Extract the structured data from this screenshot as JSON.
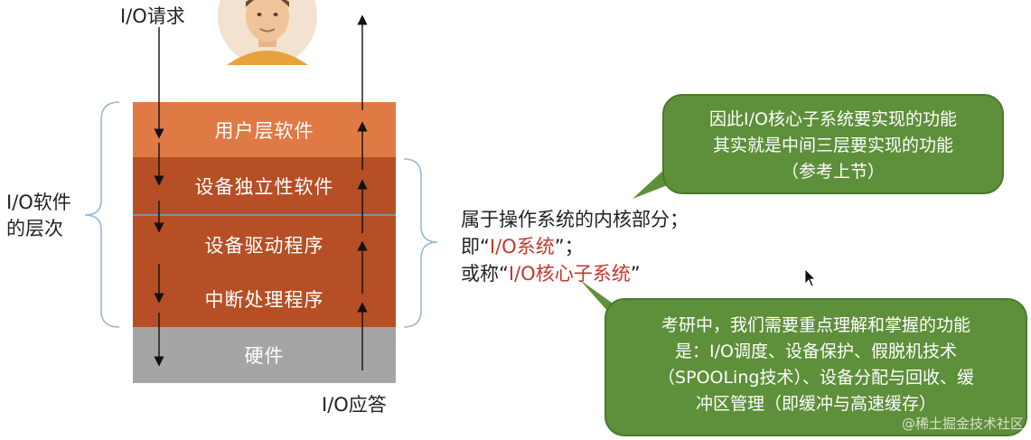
{
  "io_request_label": "I/O请求",
  "io_response_label": "I/O应答",
  "software_levels_label": [
    "I/O软件",
    "的层次"
  ],
  "layers": [
    {
      "label": "用户层软件",
      "color": "#e07a45"
    },
    {
      "label": "设备独立性软件",
      "color": "#b64f25"
    },
    {
      "label": "设备驱动程序",
      "color": "#b64f25"
    },
    {
      "label": "中断处理程序",
      "color": "#b64f25"
    },
    {
      "label": "硬件",
      "color": "#a5a5a5"
    }
  ],
  "kernel_note": {
    "line1": "属于操作系统的内核部分；",
    "line2_prefix": "即“",
    "line2_red": "I/O系统",
    "line2_suffix": "”；",
    "line3_prefix": "或称“",
    "line3_red": "I/O核心子系统",
    "line3_suffix": "”"
  },
  "bubble_top": [
    "因此I/O核心子系统要实现的功能",
    "其实就是中间三层要实现的功能",
    "（参考上节）"
  ],
  "bubble_bottom": [
    "考研中，我们需要重点理解和掌握的功能",
    "是：I/O调度、设备保护、假脱机技术",
    "（SPOOLing技术）、设备分配与回收、缓",
    "冲区管理（即缓冲与高速缓存）"
  ],
  "watermark": "@稀土掘金技术社区",
  "colors": {
    "bubble": "#5e8f3a",
    "red_text": "#c0392b",
    "arrow": "#111111",
    "brace": "#9bb8d3"
  }
}
